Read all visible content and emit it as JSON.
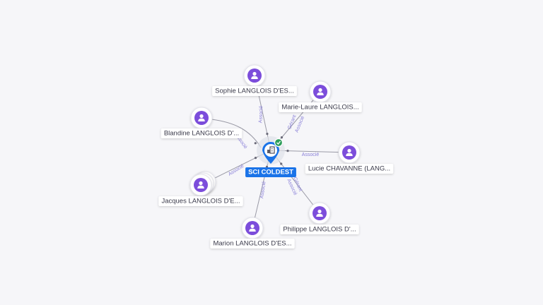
{
  "center": {
    "label": "SCI COLDEST",
    "icon": "building-icon",
    "badge_icon": "check-icon",
    "badge_color": "#2e9e5b",
    "color": "#1a73e8"
  },
  "colors": {
    "person": "#7c4ddb",
    "edge": "#9a9aa6",
    "edge_label": "#8a80d8"
  },
  "people": [
    {
      "id": "sophie",
      "label": "Sophie LANGLOIS D'ES...",
      "edge_labels": [
        "Associé"
      ]
    },
    {
      "id": "marie-laure",
      "label": "Marie-Laure LANGLOIS...",
      "edge_labels": [
        "Gérant",
        "Associé"
      ]
    },
    {
      "id": "lucie",
      "label": "Lucie CHAVANNE (LANG...",
      "edge_labels": [
        "Associé"
      ]
    },
    {
      "id": "philippe",
      "label": "Philippe LANGLOIS D'...",
      "edge_labels": [
        "Gérant",
        "Associé"
      ]
    },
    {
      "id": "marion",
      "label": "Marion LANGLOIS D'ES...",
      "edge_labels": [
        "Associé"
      ]
    },
    {
      "id": "jacques",
      "label": "Jacques LANGLOIS D'E...",
      "edge_labels": [
        "Associé"
      ]
    },
    {
      "id": "blandine",
      "label": "Blandine LANGLOIS D'...",
      "edge_labels": [
        "Associé"
      ]
    }
  ]
}
